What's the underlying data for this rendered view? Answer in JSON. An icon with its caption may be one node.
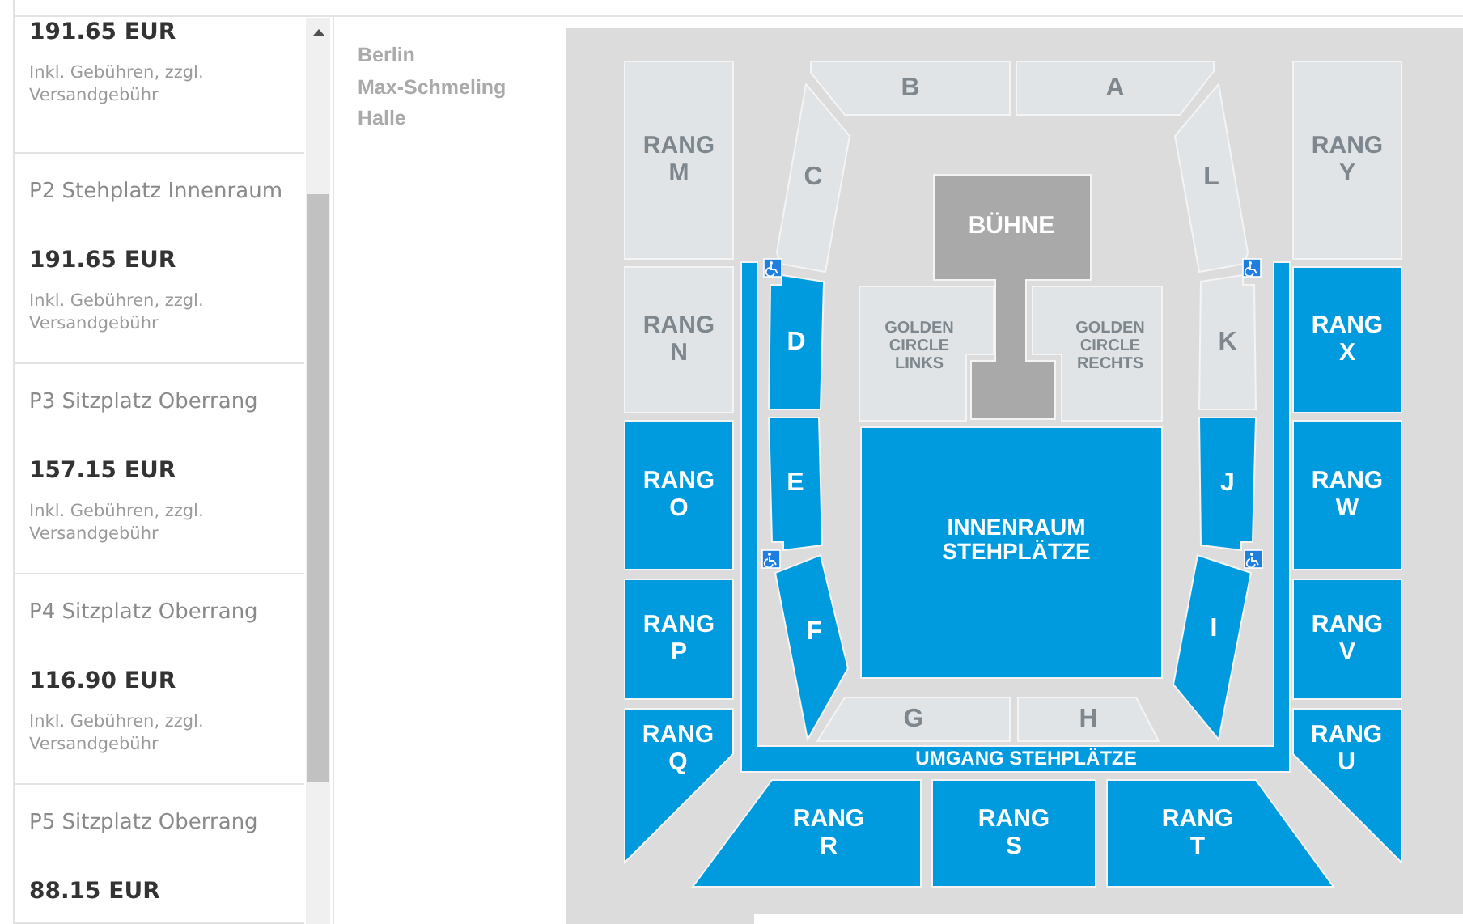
{
  "diagram": {
    "nodes": [
      {
        "text": [
          "191.65 EUR",
          "Inkl. Gebühren, zzgl. Versandgebühr"
        ]
      },
      {
        "text": [
          "P2 Stehplatz Innenraum",
          "191.65 EUR",
          "Inkl. Gebühren, zzgl. Versandgebühr"
        ]
      },
      {
        "text": [
          "P3 Sitzplatz Oberrang",
          "157.15 EUR",
          "Inkl. Gebühren, zzgl. Versandgebühr"
        ]
      },
      {
        "text": [
          "P4 Sitzplatz Oberrang",
          "116.90 EUR",
          "Inkl. Gebühren, zzgl. Versandgebühr"
        ]
      },
      {
        "text": [
          "P5 Sitzplatz Oberrang",
          "88.15 EUR"
        ]
      },
      {
        "text": [
          "B"
        ]
      },
      {
        "text": [
          "A"
        ]
      },
      {
        "text": [
          "RANG M"
        ]
      },
      {
        "text": [
          "RANG Y"
        ]
      },
      {
        "text": [
          "C"
        ]
      },
      {
        "text": [
          "L"
        ]
      },
      {
        "text": [
          "BÜHNE"
        ]
      },
      {
        "text": [
          "GOLDEN CIRCLE LINKS"
        ]
      },
      {
        "text": [
          "GOLDEN CIRCLE RECHTS"
        ]
      },
      {
        "text": [
          "RANG N"
        ]
      },
      {
        "text": [
          "D"
        ]
      },
      {
        "text": [
          "K"
        ]
      },
      {
        "text": [
          "RANG X"
        ]
      },
      {
        "text": [
          "RANG O"
        ]
      },
      {
        "text": [
          "E"
        ]
      },
      {
        "text": [
          "INNENRAUM STEHPLÄTZE"
        ]
      },
      {
        "text": [
          "J"
        ]
      },
      {
        "text": [
          "RANG W"
        ]
      },
      {
        "text": [
          "RANG P"
        ]
      },
      {
        "text": [
          "F"
        ]
      },
      {
        "text": [
          "I"
        ]
      },
      {
        "text": [
          "RANG V"
        ]
      },
      {
        "text": [
          "RANG Q"
        ]
      },
      {
        "text": [
          "G"
        ]
      },
      {
        "text": [
          "H"
        ]
      },
      {
        "text": [
          "RANG U"
        ]
      },
      {
        "text": [
          "UMGANG STEHPLÄTZE"
        ]
      },
      {
        "text": [
          "RANG R"
        ]
      },
      {
        "text": [
          "RANG S"
        ]
      },
      {
        "text": [
          "RANG T"
        ]
      }
    ],
    "labels": [
      "Berlin Max-Schmeling Halle"
    ]
  }
}
